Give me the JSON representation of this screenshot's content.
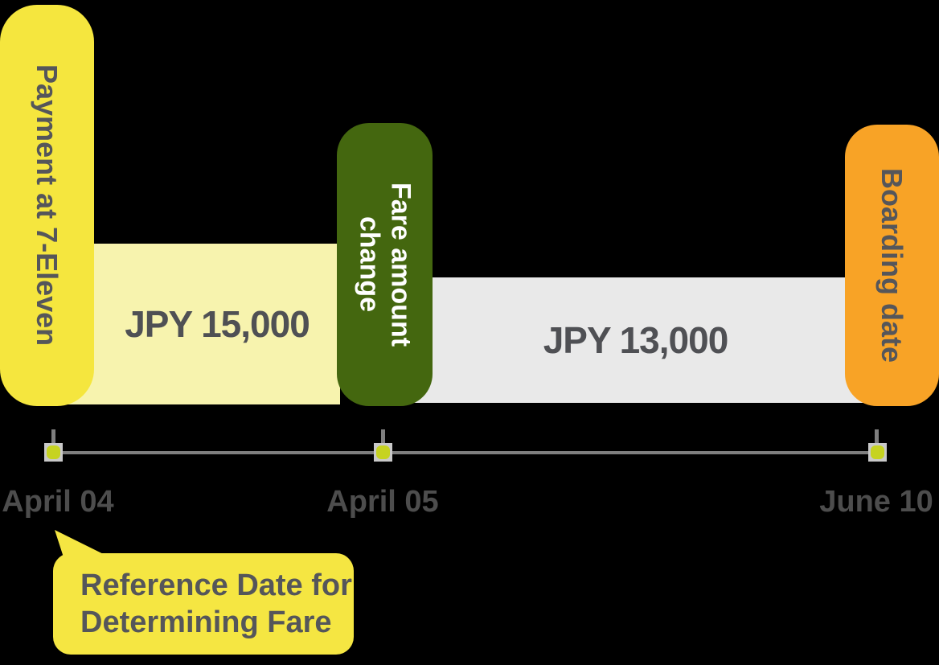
{
  "stages": [
    {
      "id": "payment",
      "label": "Payment at 7-Eleven",
      "color": "#f5e63e",
      "text_color": "#55565a"
    },
    {
      "id": "fare_change",
      "label": "Fare amount\nchange",
      "color": "#44670f",
      "text_color": "#ffffff"
    },
    {
      "id": "boarding",
      "label": "Boarding date",
      "color": "#f8a326",
      "text_color": "#55565a"
    }
  ],
  "fares": [
    {
      "amount": "JPY 15,000",
      "bar_color": "#f7f3ae"
    },
    {
      "amount": "JPY 13,000",
      "bar_color": "#e9e9e9"
    }
  ],
  "timeline": {
    "dates": [
      "April 04",
      "April 05",
      "June 10"
    ],
    "line_color": "#7f7f7f",
    "marker_color": "#c6d321",
    "marker_backing_color": "#c9c9c9",
    "date_text_color": "#4d4d4d"
  },
  "callout": {
    "text": "Reference Date for\nDetermining Fare",
    "bubble_color": "#f5e642",
    "text_color": "#55565a",
    "points_to_date": "April 04"
  },
  "colors": {
    "background": "#000000",
    "dark_text": "#4f5054"
  }
}
